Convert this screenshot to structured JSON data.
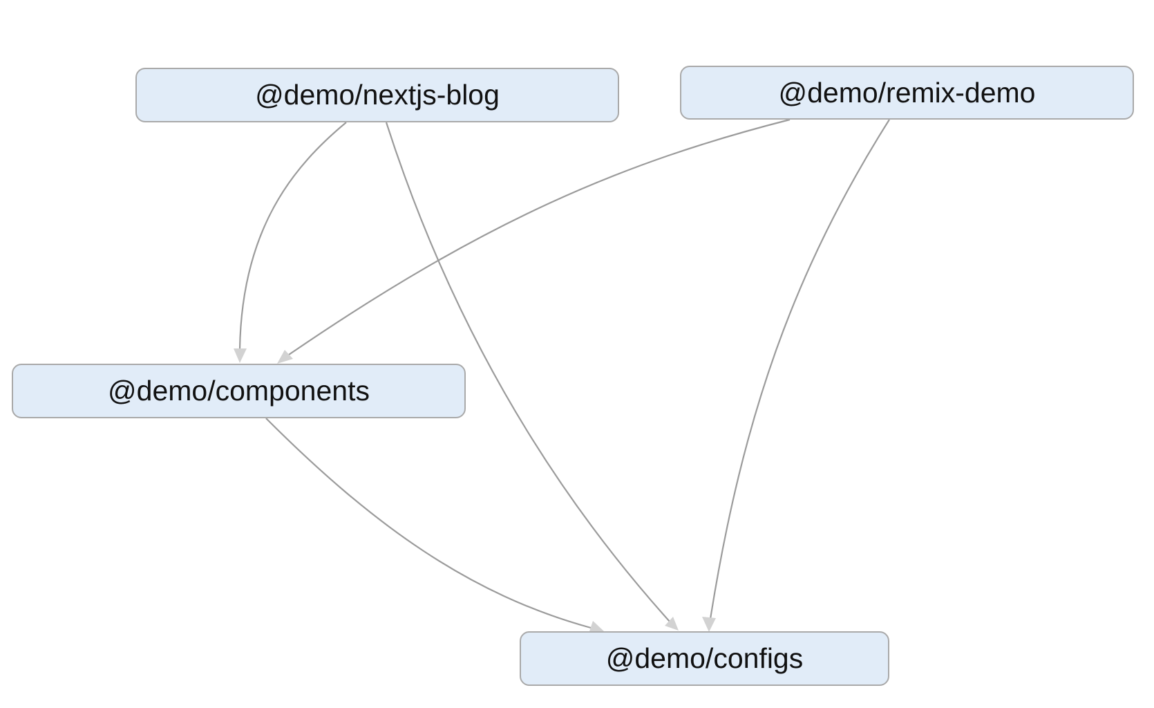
{
  "diagram": {
    "type": "dependency-graph",
    "colors": {
      "node_fill": "#e1ecf8",
      "node_border": "#a9a9a9",
      "edge_line": "#9b9b9b",
      "arrowhead": "#d2d2d2"
    },
    "nodes": [
      {
        "id": "nextjs-blog",
        "label": "@demo/nextjs-blog"
      },
      {
        "id": "remix-demo",
        "label": "@demo/remix-demo"
      },
      {
        "id": "components",
        "label": "@demo/components"
      },
      {
        "id": "configs",
        "label": "@demo/configs"
      }
    ],
    "edges": [
      {
        "from": "nextjs-blog",
        "to": "components"
      },
      {
        "from": "nextjs-blog",
        "to": "configs"
      },
      {
        "from": "remix-demo",
        "to": "components"
      },
      {
        "from": "remix-demo",
        "to": "configs"
      },
      {
        "from": "components",
        "to": "configs"
      }
    ]
  }
}
